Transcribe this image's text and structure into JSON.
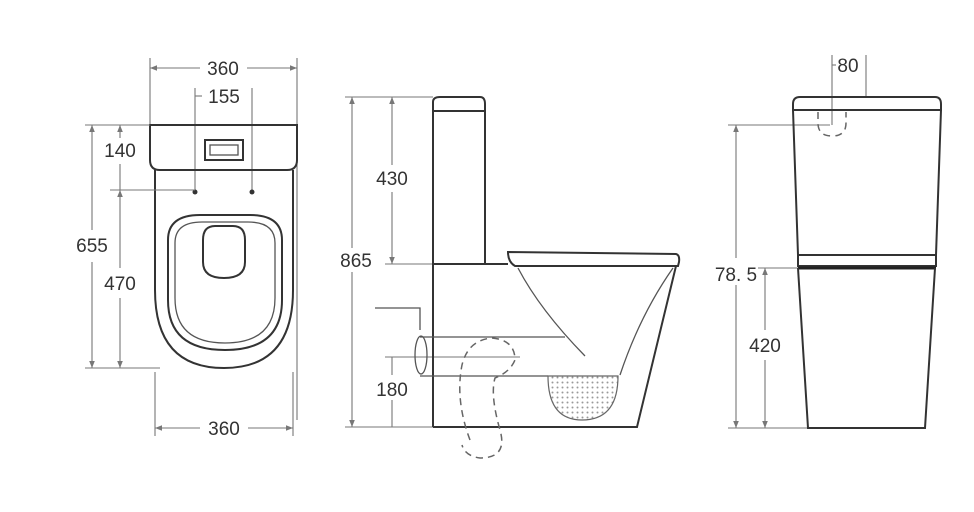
{
  "drawing": {
    "top_view": {
      "overall_width": "360",
      "inlet_spacing": "155",
      "tank_depth": "140",
      "total_depth": "655",
      "bowl_depth": "470",
      "base_width": "360"
    },
    "side_view": {
      "tank_height": "430",
      "total_height": "865",
      "outlet_height": "180"
    },
    "front_view": {
      "inlet_offset": "80",
      "inlet_height": "78. 5",
      "seat_height": "420"
    },
    "line_color": "#333333"
  }
}
